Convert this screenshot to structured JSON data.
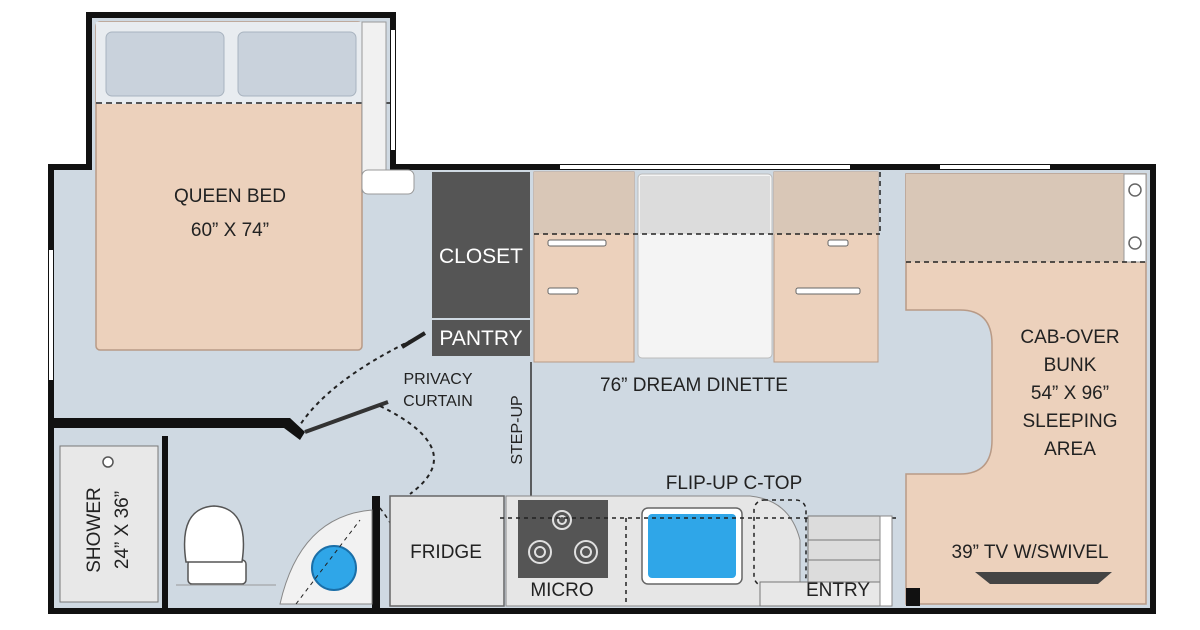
{
  "labels": {
    "queen_bed_line1": "QUEEN BED",
    "queen_bed_line2": "60” X 74”",
    "closet": "CLOSET",
    "pantry": "PANTRY",
    "privacy_line1": "PRIVACY",
    "privacy_line2": "CURTAIN",
    "dinette": "76” DREAM DINETTE",
    "step_up": "STEP-UP",
    "cab_line1": "CAB-OVER",
    "cab_line2": "BUNK",
    "cab_line3": "54” X 96”",
    "cab_line4": "SLEEPING",
    "cab_line5": "AREA",
    "shower_line1": "SHOWER",
    "shower_line2": "24” X 36”",
    "fridge": "FRIDGE",
    "micro": "MICRO",
    "flip_up": "FLIP-UP C-TOP",
    "entry": "ENTRY",
    "tv": "39” TV W/SWIVEL"
  },
  "colors": {
    "floor": "#cfd9e2",
    "bed": "#ecd1bc",
    "pillow": "#c9d2dc",
    "closet": "#555555",
    "counter": "#e4e4e4",
    "sink": "#2fa6e8",
    "wall": "#111111"
  }
}
